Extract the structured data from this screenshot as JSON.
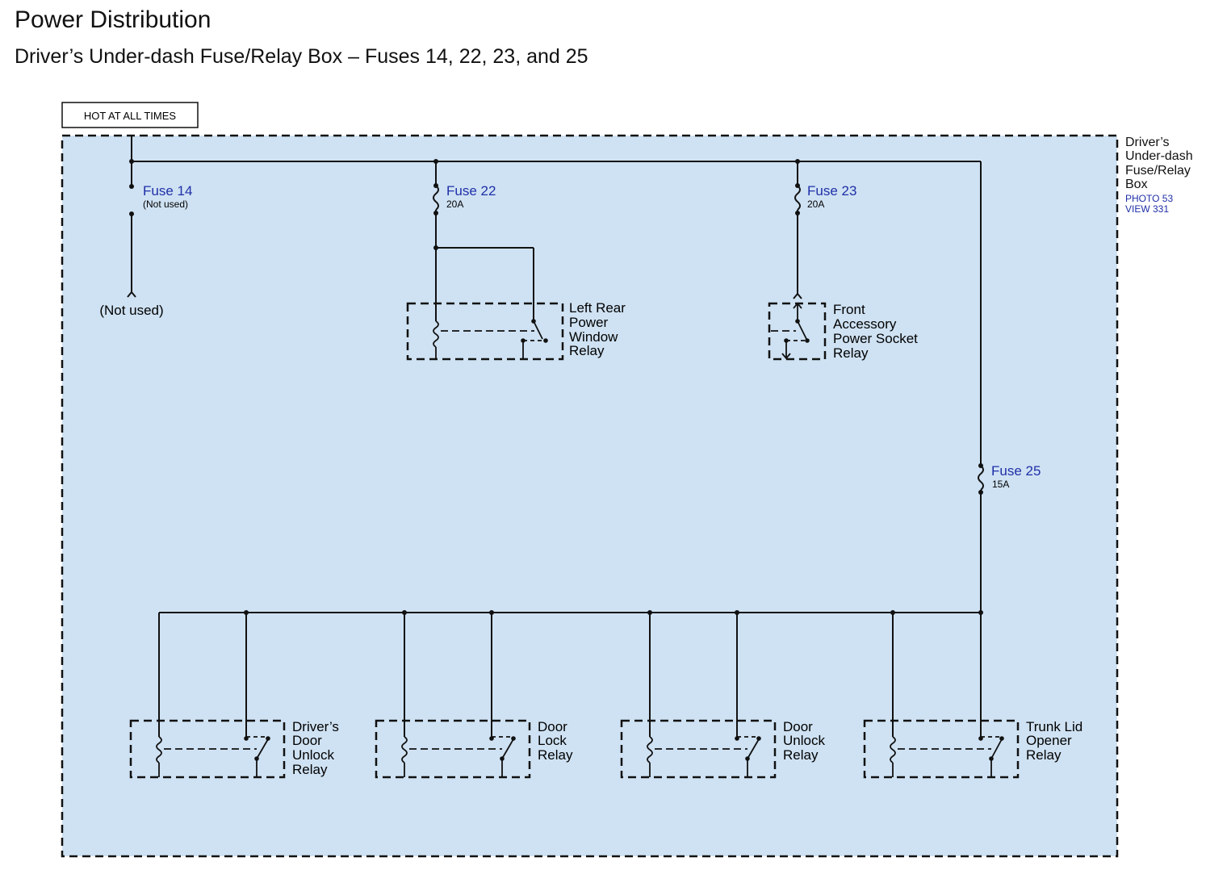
{
  "header": {
    "title": "Power Distribution",
    "subtitle": "Driver’s Under-dash Fuse/Relay Box – Fuses 14, 22, 23, and 25"
  },
  "hot_label": "HOT AT ALL TIMES",
  "box_label": {
    "lines": [
      "Driver’s",
      "Under-dash",
      "Fuse/Relay",
      "Box"
    ],
    "photo": "PHOTO 53",
    "view": "VIEW 331"
  },
  "fuses": [
    {
      "name": "Fuse 14",
      "rating": "(Not used)"
    },
    {
      "name": "Fuse 22",
      "rating": "20A"
    },
    {
      "name": "Fuse 23",
      "rating": "20A"
    },
    {
      "name": "Fuse 25",
      "rating": "15A"
    }
  ],
  "not_used_terminal": "(Not used)",
  "relays": {
    "left_rear_window": [
      "Left Rear",
      "Power",
      "Window",
      "Relay"
    ],
    "front_accessory": [
      "Front",
      "Accessory",
      "Power Socket",
      "Relay"
    ],
    "drivers_door_unlock": [
      "Driver’s",
      "Door",
      "Unlock",
      "Relay"
    ],
    "door_lock": [
      "Door",
      "Lock",
      "Relay"
    ],
    "door_unlock": [
      "Door",
      "Unlock",
      "Relay"
    ],
    "trunk_lid": [
      "Trunk Lid",
      "Opener",
      "Relay"
    ]
  },
  "colors": {
    "box_fill": "#cfe2f3",
    "wire": "#111111",
    "fuse_label": "#1f2fa8",
    "photo_label": "#1f2fa8"
  }
}
